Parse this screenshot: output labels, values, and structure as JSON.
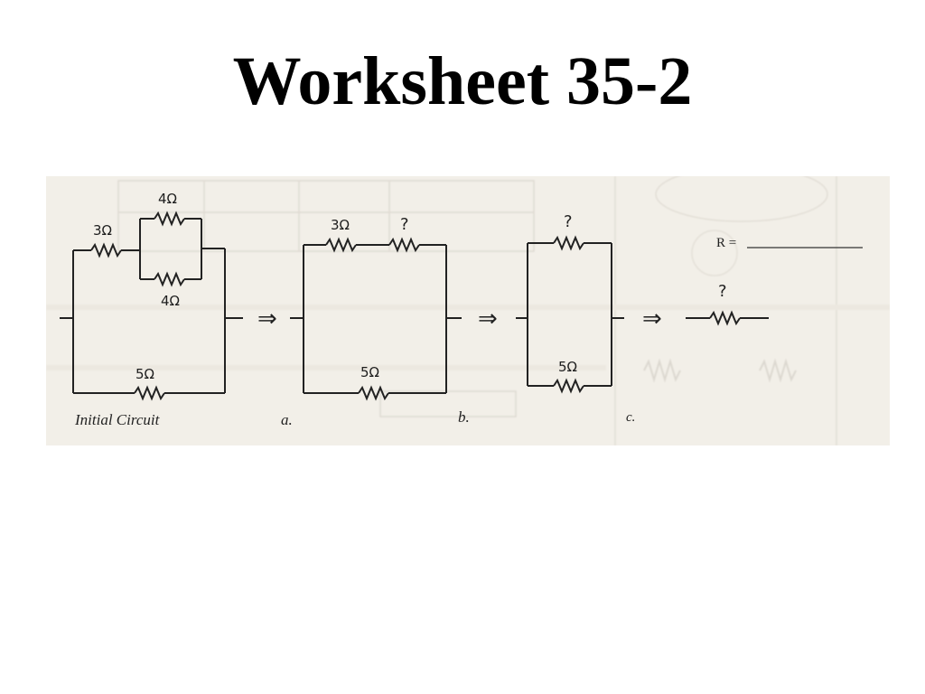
{
  "title": "Worksheet 35-2",
  "diagram": {
    "initial": {
      "caption": "Initial Circuit",
      "r_left": "3Ω",
      "r_top_parallel": "4Ω",
      "r_bottom_parallel": "4Ω",
      "r_bottom": "5Ω"
    },
    "step_a": {
      "caption": "a.",
      "r_left": "3Ω",
      "r_unknown": "?",
      "r_bottom": "5Ω"
    },
    "step_b": {
      "caption": "b.",
      "r_unknown": "?",
      "r_bottom": "5Ω"
    },
    "step_c": {
      "caption": "c.",
      "r_unknown": "?",
      "result_label": "R ="
    },
    "arrow_symbol": "⇒"
  }
}
